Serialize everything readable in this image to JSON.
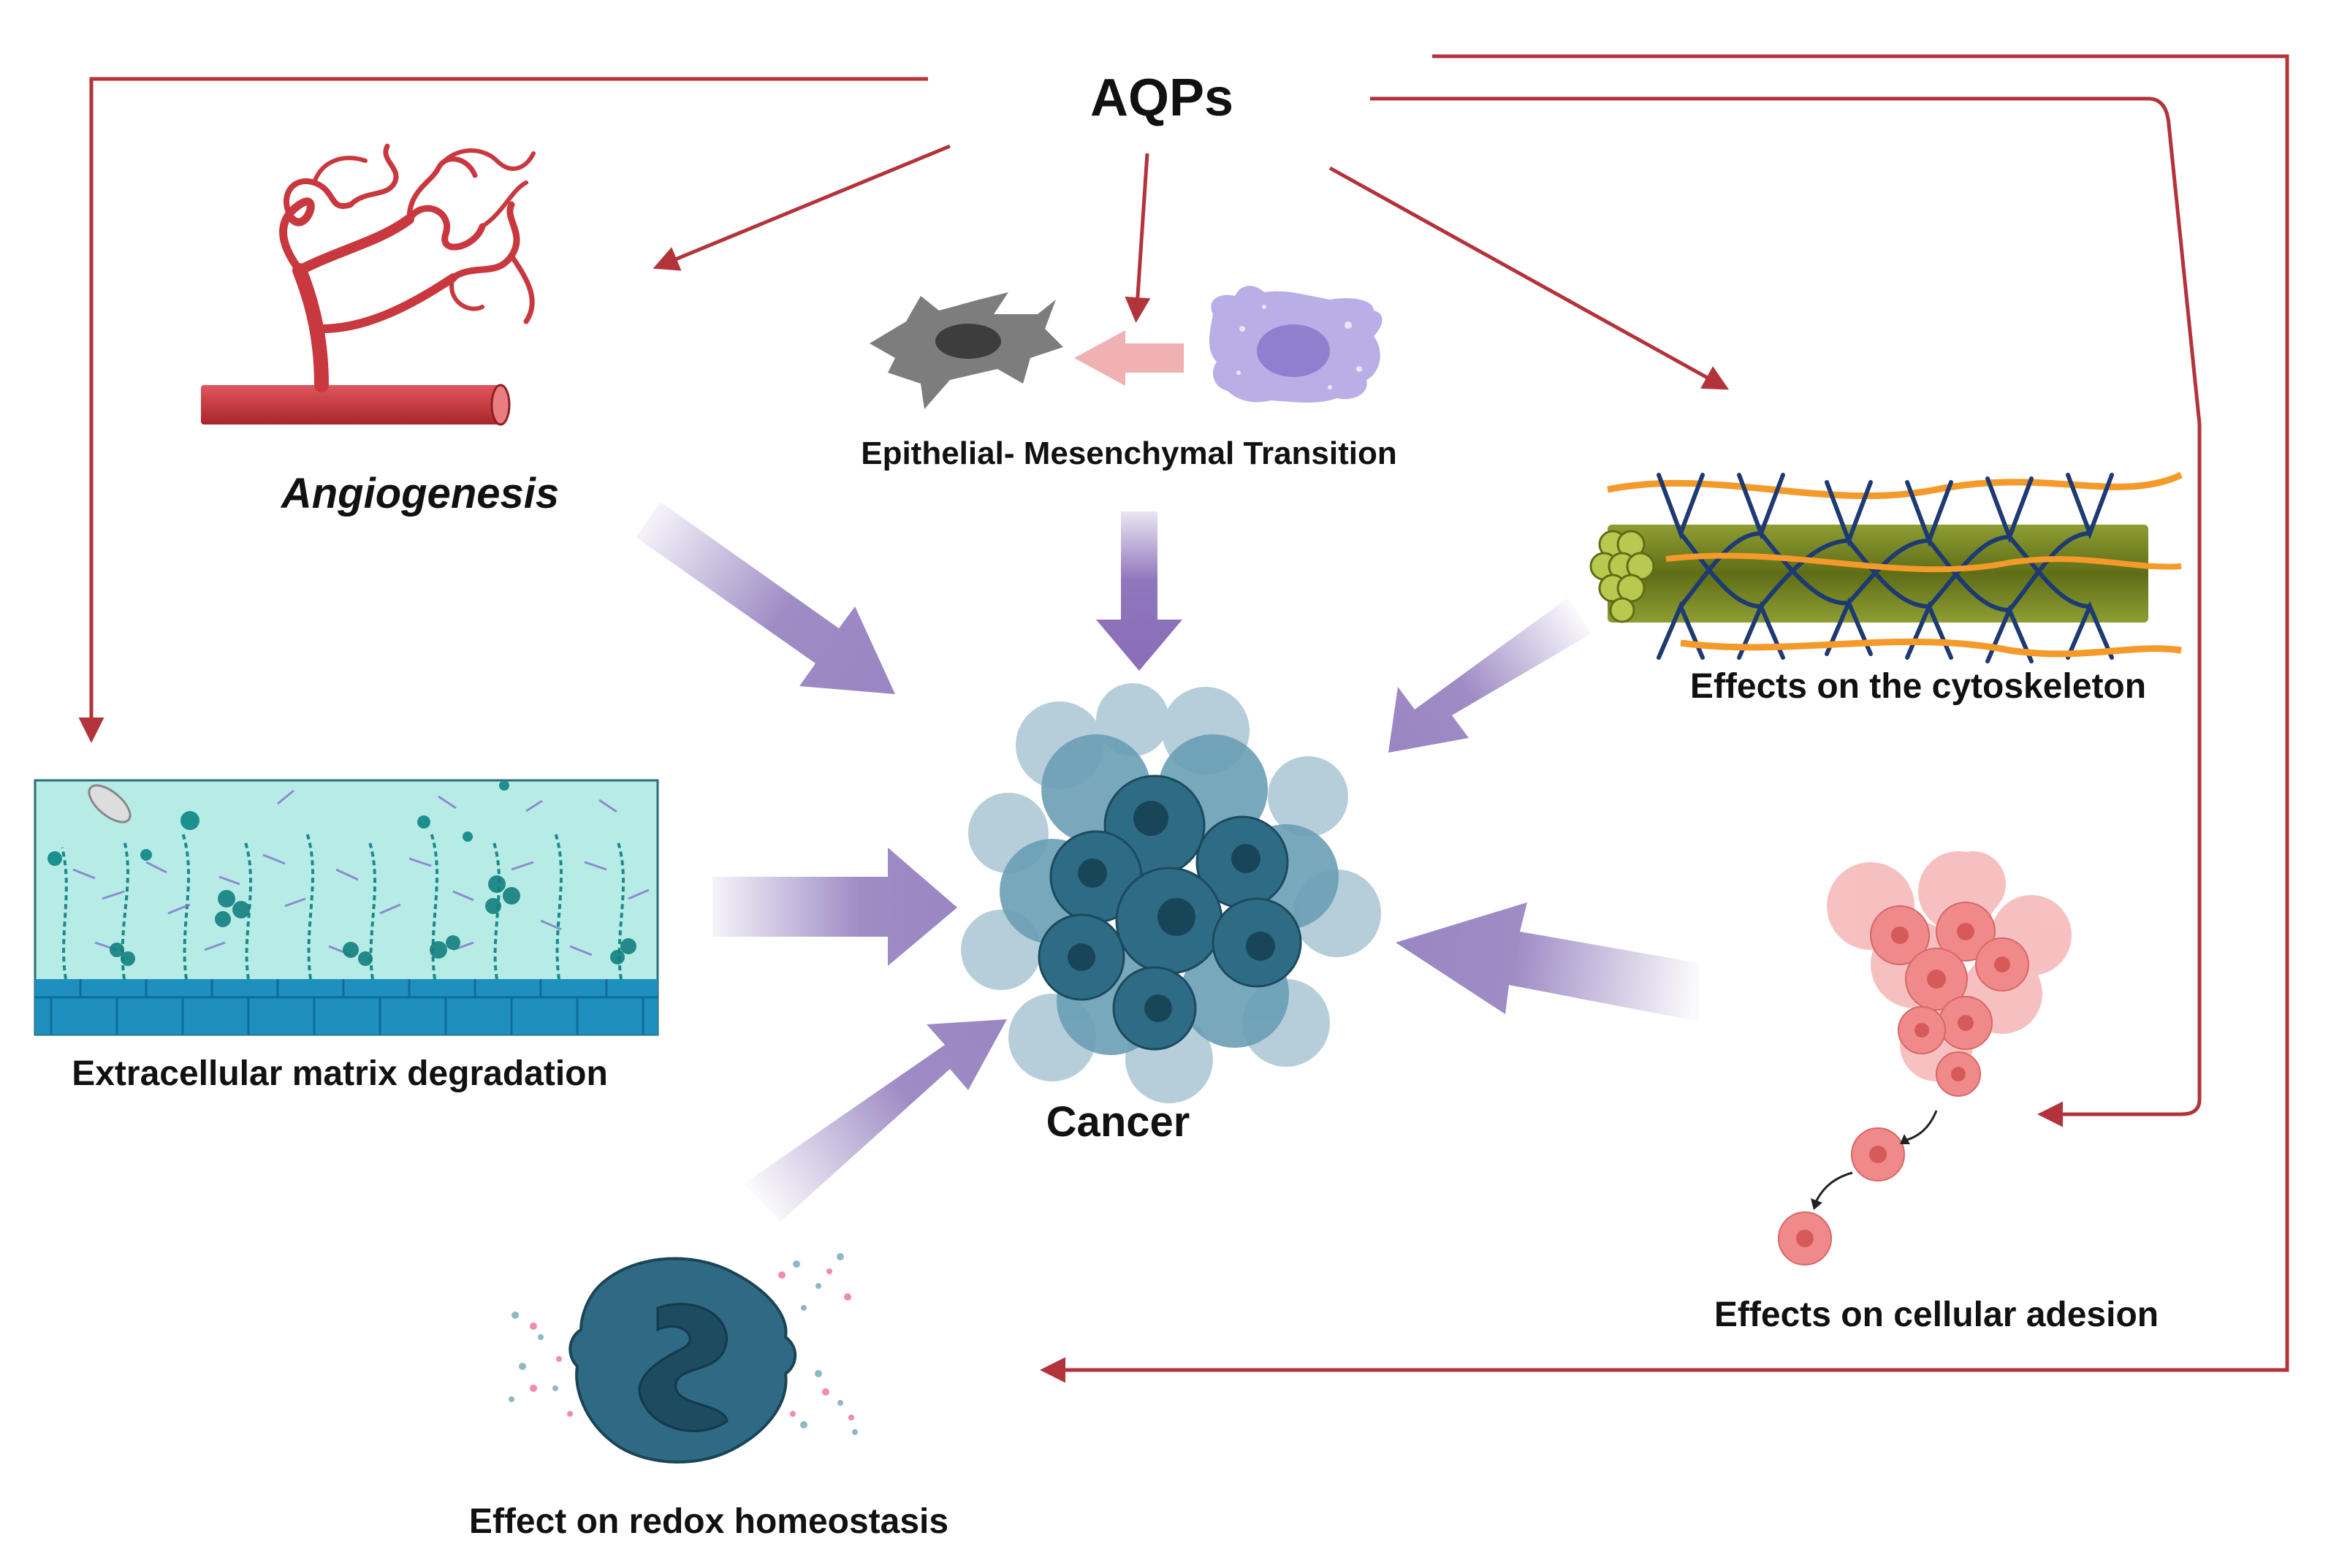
{
  "labels": {
    "source": "AQPs",
    "center": "Cancer",
    "angiogenesis": "Angiogenesis",
    "emt": "Epithelial- Mesenchymal Transition",
    "cytoskeleton": "Effects on the cytoskeleton",
    "ecm": "Extracellular matrix degradation",
    "adhesion": "Effects on cellular adesion",
    "redox": "Effect on redox homeostasis"
  },
  "colors": {
    "red_arrow": "#b3333a",
    "purple_arrow": "#9a86c2",
    "vessel_red": "#c8383e",
    "tumor_blue": "#2e6b85",
    "tumor_light": "#a9c6d3",
    "ecm_bg": "#b7ece6",
    "ecm_cells": "#1f8fbf",
    "fiber_olive": "#6b7a1f",
    "fiber_orange": "#f39a2a",
    "fiber_navy": "#1d3a73",
    "pink_cells": "#f08a8a",
    "redox_cell": "#2f6a84",
    "emt_grey": "#7d7d7d",
    "emt_lavender": "#b9aee6"
  },
  "icons": [
    "blood-vessel-icon",
    "mesenchymal-cell-icon",
    "epithelial-cell-icon",
    "cytoskeleton-fiber-icon",
    "extracellular-matrix-icon",
    "tumor-cluster-icon",
    "cell-cluster-icon",
    "neutrophil-icon"
  ]
}
